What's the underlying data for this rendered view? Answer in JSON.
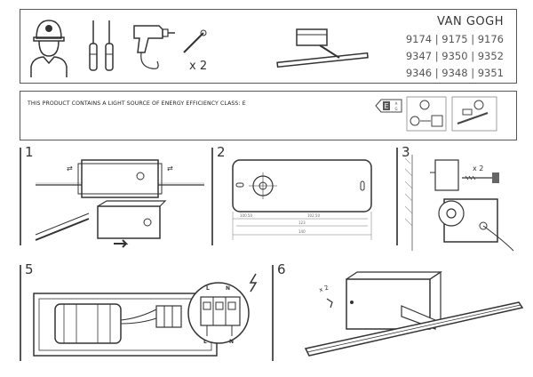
{
  "header": {
    "brand": "VAN GOGH",
    "models": [
      "9174 | 9175 | 9176",
      "9347 | 9350 | 9352",
      "9346 | 9348 | 9351"
    ],
    "quantity_label": "x 2"
  },
  "energy": {
    "text": "THIS PRODUCT CONTAINS A LIGHT SOURCE OF ENERGY EFFICIENCY CLASS: E",
    "class_letter": "E",
    "scale_top": "A",
    "scale_bottom": "G"
  },
  "steps": [
    {
      "number": "1"
    },
    {
      "number": "2",
      "dims": [
        "100.50",
        "102.50",
        "123",
        "140"
      ]
    },
    {
      "number": "3",
      "quantity_label": "x 2"
    },
    {
      "number": "5",
      "terminals": [
        "L",
        "N"
      ],
      "terminal_labels": [
        "L",
        "N"
      ]
    },
    {
      "number": "6",
      "quantity_label": "x 2"
    }
  ]
}
